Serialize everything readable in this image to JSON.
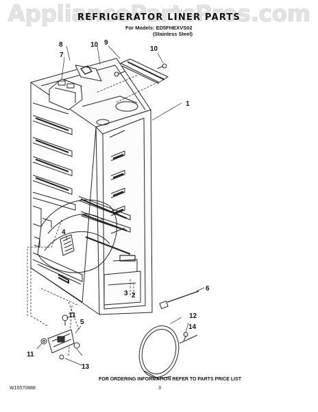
{
  "watermark": "AppliancePartsPros.com",
  "title": "REFRIGERATOR LINER PARTS",
  "models_label": "For Models: ED5FHEXVS02",
  "finish_label": "(Stainless Steel)",
  "callouts": {
    "c1": "1",
    "c2": "2",
    "c3": "3",
    "c4": "4",
    "c5": "5",
    "c6": "6",
    "c7": "7",
    "c8": "8",
    "c9": "9",
    "c10a": "10",
    "c10b": "10",
    "c11a": "11",
    "c11b": "11",
    "c12": "12",
    "c13": "13",
    "c14": "14"
  },
  "footer": {
    "ordering_note": "FOR ORDERING INFORMATION REFER TO PARTS PRICE LIST",
    "doc_number": "W10570888",
    "page_number": "3"
  }
}
